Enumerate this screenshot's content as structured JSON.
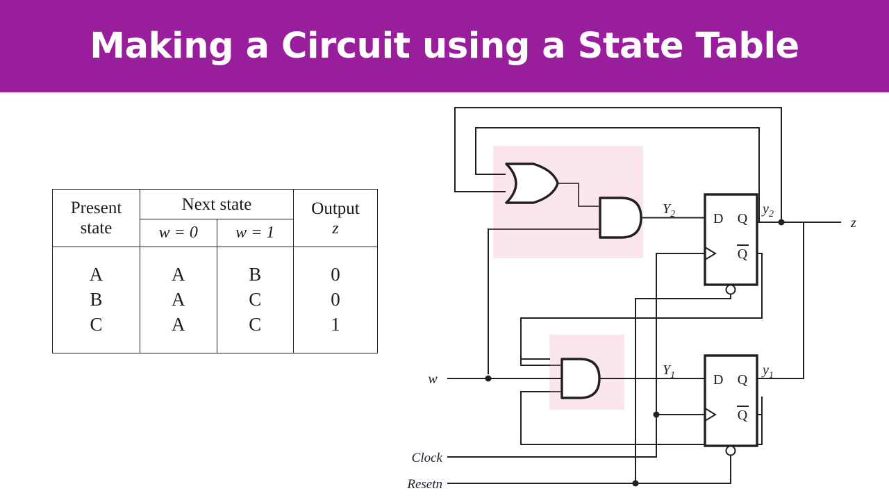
{
  "header": {
    "title": "Making a Circuit using a State Table",
    "background_color": "#981e9c",
    "text_color": "#ffffff"
  },
  "state_table": {
    "headers": {
      "present_state_line1": "Present",
      "present_state_line2": "state",
      "next_state": "Next state",
      "next_state_w0": "w = 0",
      "next_state_w1": "w = 1",
      "output_line1": "Output",
      "output_line2": "z"
    },
    "rows": [
      {
        "present": "A",
        "next_w0": "A",
        "next_w1": "B",
        "output": "0"
      },
      {
        "present": "B",
        "next_w0": "A",
        "next_w1": "C",
        "output": "0"
      },
      {
        "present": "C",
        "next_w0": "A",
        "next_w1": "C",
        "output": "1"
      }
    ],
    "present_column": "A\nB\nC",
    "next_w0_column": "A\nA\nA",
    "next_w1_column": "B\nC\nC",
    "output_column": "0\n0\n1"
  },
  "circuit": {
    "highlight_color": "#fbe6ef",
    "wire_color": "#231f20",
    "inputs": [
      {
        "name": "w",
        "label": "w"
      },
      {
        "name": "Clock",
        "label": "Clock"
      },
      {
        "name": "Resetn",
        "label": "Resetn"
      }
    ],
    "outputs": [
      {
        "name": "z",
        "label": "z"
      }
    ],
    "signals": {
      "Y2": "Y",
      "Y2_sub": "2",
      "y2": "y",
      "y2_sub": "2",
      "Y1": "Y",
      "Y1_sub": "1",
      "y1": "y",
      "y1_sub": "1"
    },
    "gates": [
      {
        "id": "or1",
        "type": "OR",
        "inputs": 2,
        "highlighted": true
      },
      {
        "id": "and1",
        "type": "AND",
        "inputs": 2,
        "highlighted": true
      },
      {
        "id": "and2",
        "type": "AND",
        "inputs": 3,
        "highlighted": true
      }
    ],
    "flipflops": [
      {
        "id": "ff2",
        "type": "D",
        "pin_d": "D",
        "pin_q": "Q",
        "pin_qbar": "Q",
        "qbar_overline": true,
        "clock_pin": "triangle",
        "reset_pin": "bubble",
        "input_label": "Y2",
        "output_label": "y2"
      },
      {
        "id": "ff1",
        "type": "D",
        "pin_d": "D",
        "pin_q": "Q",
        "pin_qbar": "Q",
        "qbar_overline": true,
        "clock_pin": "triangle",
        "reset_pin": "bubble",
        "input_label": "Y1",
        "output_label": "y1"
      }
    ]
  }
}
